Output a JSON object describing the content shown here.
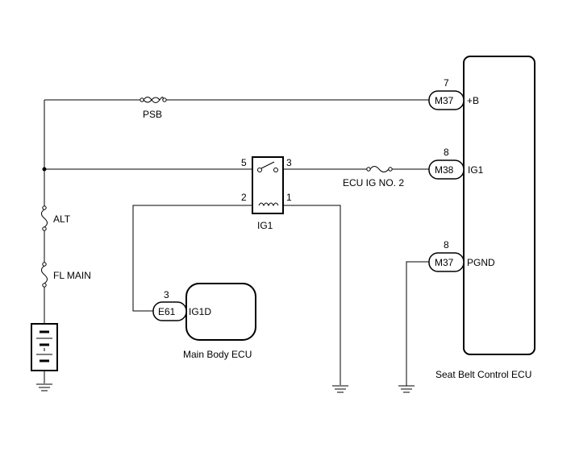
{
  "colors": {
    "line": "#000000",
    "background": "#ffffff"
  },
  "components": {
    "battery_icon": "battery-icon",
    "psb_fuse": {
      "label": "PSB"
    },
    "alt_fuse": {
      "label": "ALT"
    },
    "fl_main_fuse": {
      "label": "FL MAIN"
    },
    "ecu_ig_fuse": {
      "label": "ECU IG NO. 2"
    },
    "relay": {
      "label": "IG1",
      "pins": [
        "5",
        "3",
        "2",
        "1"
      ]
    },
    "main_body_ecu": {
      "label": "Main Body ECU",
      "connector": "E61",
      "pin": "3",
      "terminal": "IG1D"
    },
    "seat_belt_ecu": {
      "label": "Seat Belt Control ECU",
      "terminals": [
        {
          "pin": "7",
          "connector": "M37",
          "name": "+B"
        },
        {
          "pin": "8",
          "connector": "M38",
          "name": "IG1"
        },
        {
          "pin": "8",
          "connector": "M37",
          "name": "PGND"
        }
      ]
    }
  }
}
